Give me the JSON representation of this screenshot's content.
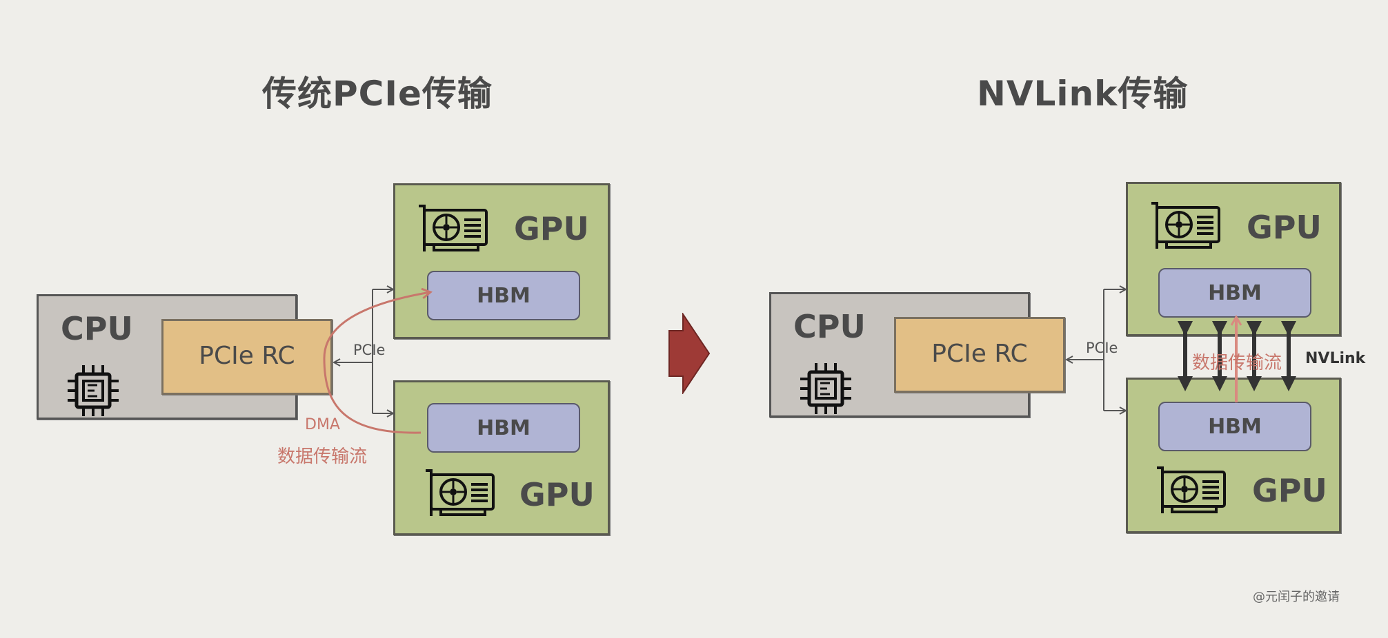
{
  "left": {
    "title": "传统PCIe传输",
    "cpu_label": "CPU",
    "rc_label": "PCIe RC",
    "gpu_top_label": "GPU",
    "gpu_bottom_label": "GPU",
    "hbm_top_label": "HBM",
    "hbm_bottom_label": "HBM",
    "pcie_label": "PCIe",
    "dma_label": "DMA",
    "flow_label": "数据传输流"
  },
  "right": {
    "title": "NVLink传输",
    "cpu_label": "CPU",
    "rc_label": "PCIe RC",
    "gpu_top_label": "GPU",
    "gpu_bottom_label": "GPU",
    "hbm_top_label": "HBM",
    "hbm_bottom_label": "HBM",
    "pcie_label": "PCIe",
    "nvlink_label": "NVLink",
    "flow_label": "数据传输流"
  },
  "watermark": "@元闰子的邀请",
  "colors": {
    "background": "#efeeea",
    "cpu_box": "#c8c4bf",
    "pcie_rc_box": "#e2bf86",
    "gpu_box": "#b9c68b",
    "hbm_box": "#b0b4d4",
    "flow_arrow": "#c8776c",
    "transition_arrow": "#9e3a36"
  },
  "icons": [
    "chip-icon",
    "graphics-card-icon",
    "transition-arrow-icon"
  ]
}
